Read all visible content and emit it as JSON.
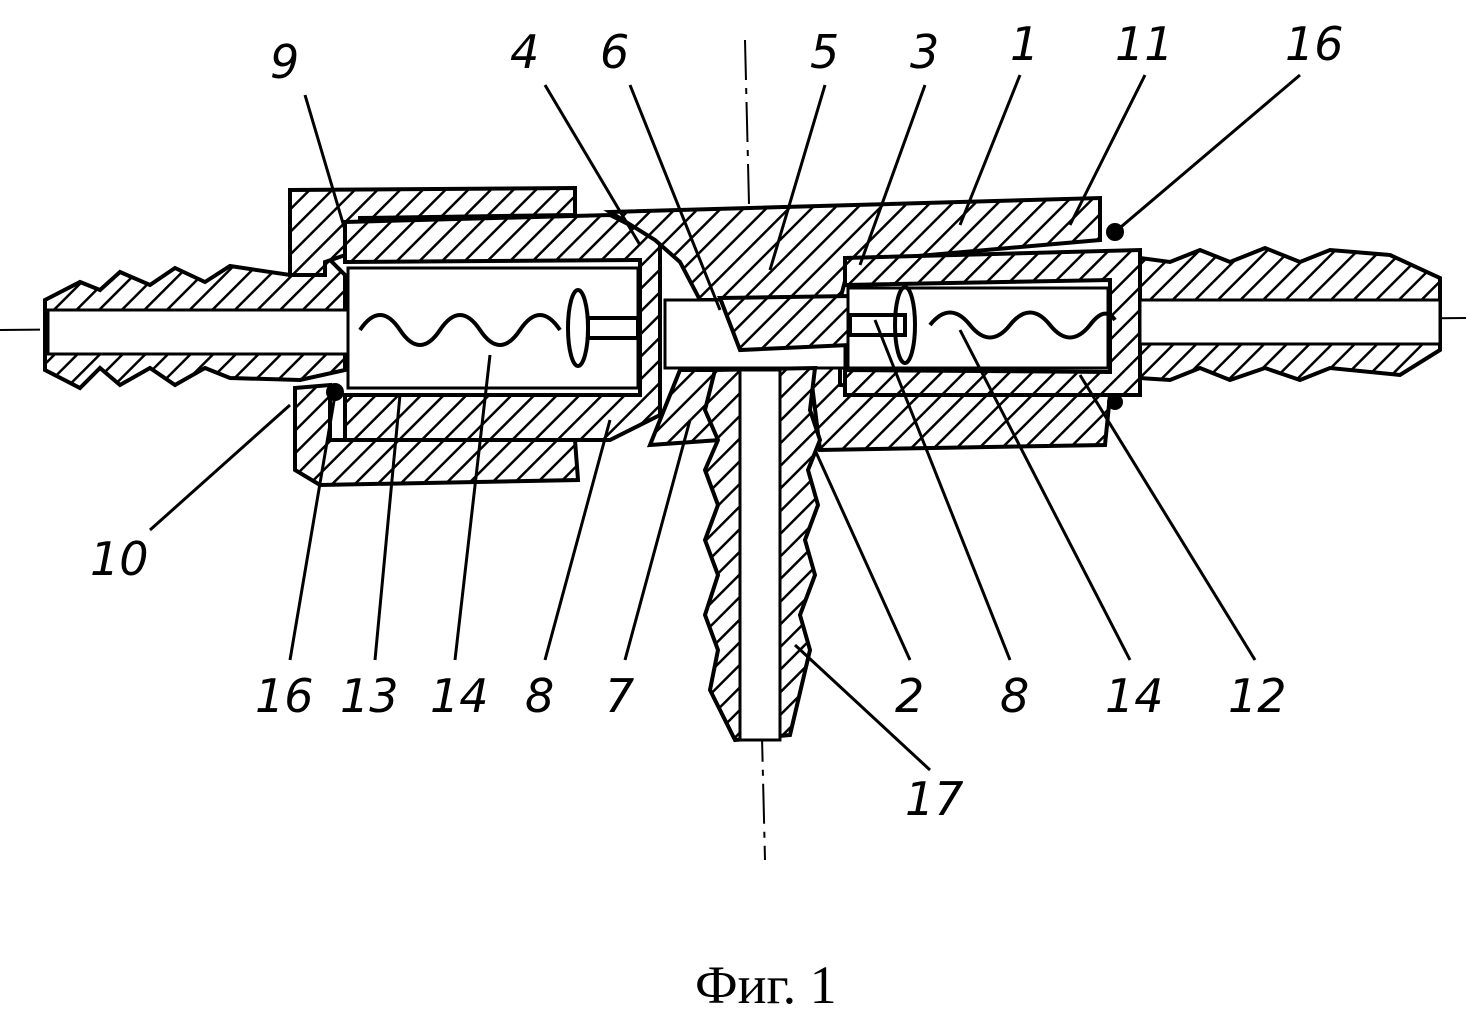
{
  "figure": {
    "caption": "Фиг. 1",
    "callouts": [
      {
        "id": "c9",
        "text": "9"
      },
      {
        "id": "c4",
        "text": "4"
      },
      {
        "id": "c6",
        "text": "6"
      },
      {
        "id": "c5",
        "text": "5"
      },
      {
        "id": "c3",
        "text": "3"
      },
      {
        "id": "c1",
        "text": "1"
      },
      {
        "id": "c11",
        "text": "11"
      },
      {
        "id": "c16a",
        "text": "16"
      },
      {
        "id": "c10",
        "text": "10"
      },
      {
        "id": "c16b",
        "text": "16"
      },
      {
        "id": "c13",
        "text": "13"
      },
      {
        "id": "c14a",
        "text": "14"
      },
      {
        "id": "c8a",
        "text": "8"
      },
      {
        "id": "c7",
        "text": "7"
      },
      {
        "id": "c2",
        "text": "2"
      },
      {
        "id": "c8b",
        "text": "8"
      },
      {
        "id": "c14b",
        "text": "14"
      },
      {
        "id": "c12",
        "text": "12"
      },
      {
        "id": "c17",
        "text": "17"
      }
    ]
  }
}
